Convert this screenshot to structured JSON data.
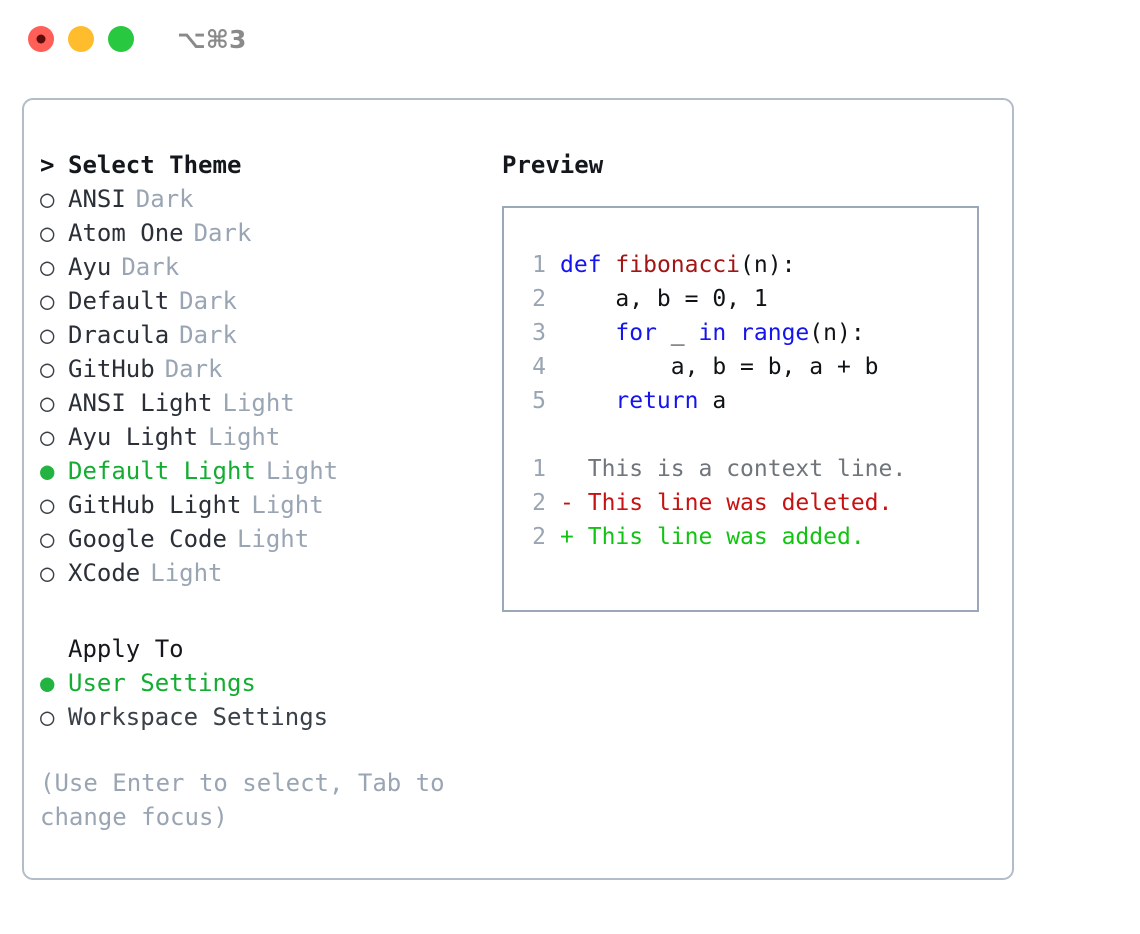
{
  "titlebar": {
    "shortcut": "⌥⌘3",
    "lights": [
      {
        "name": "close",
        "color": "#ff5f57"
      },
      {
        "name": "minimize",
        "color": "#ffbd2e"
      },
      {
        "name": "zoom",
        "color": "#28c840"
      }
    ]
  },
  "theme_picker": {
    "heading_marker": ">",
    "heading": "Select Theme",
    "radio_off": "○",
    "radio_on": "●",
    "items": [
      {
        "name": "ANSI",
        "suffix": "Dark",
        "selected": false
      },
      {
        "name": "Atom One",
        "suffix": "Dark",
        "selected": false
      },
      {
        "name": "Ayu",
        "suffix": "Dark",
        "selected": false
      },
      {
        "name": "Default",
        "suffix": "Dark",
        "selected": false
      },
      {
        "name": "Dracula",
        "suffix": "Dark",
        "selected": false
      },
      {
        "name": "GitHub",
        "suffix": "Dark",
        "selected": false
      },
      {
        "name": "ANSI Light",
        "suffix": "Light",
        "selected": false
      },
      {
        "name": "Ayu Light",
        "suffix": "Light",
        "selected": false
      },
      {
        "name": "Default Light",
        "suffix": "Light",
        "selected": true
      },
      {
        "name": "GitHub Light",
        "suffix": "Light",
        "selected": false
      },
      {
        "name": "Google Code",
        "suffix": "Light",
        "selected": false
      },
      {
        "name": "XCode",
        "suffix": "Light",
        "selected": false
      }
    ]
  },
  "apply_to": {
    "heading": "Apply To",
    "items": [
      {
        "name": "User Settings",
        "selected": true
      },
      {
        "name": "Workspace Settings",
        "selected": false
      }
    ]
  },
  "hint": "(Use Enter to select, Tab to change focus)",
  "preview": {
    "title": "Preview",
    "code_lines": [
      {
        "n": "1",
        "tokens": [
          {
            "t": "def",
            "c": "kw"
          },
          {
            "t": " ",
            "c": "plain"
          },
          {
            "t": "fibonacci",
            "c": "fn"
          },
          {
            "t": "(n):",
            "c": "plain"
          }
        ]
      },
      {
        "n": "2",
        "tokens": [
          {
            "t": "    a, b = 0, 1",
            "c": "plain"
          }
        ]
      },
      {
        "n": "3",
        "tokens": [
          {
            "t": "    ",
            "c": "plain"
          },
          {
            "t": "for",
            "c": "kw"
          },
          {
            "t": " _ ",
            "c": "plain"
          },
          {
            "t": "in",
            "c": "kw"
          },
          {
            "t": " ",
            "c": "plain"
          },
          {
            "t": "range",
            "c": "kw"
          },
          {
            "t": "(n):",
            "c": "plain"
          }
        ]
      },
      {
        "n": "4",
        "tokens": [
          {
            "t": "        a, b = b, a + b",
            "c": "plain"
          }
        ]
      },
      {
        "n": "5",
        "tokens": [
          {
            "t": "    ",
            "c": "plain"
          },
          {
            "t": "return",
            "c": "kw"
          },
          {
            "t": " a",
            "c": "plain"
          }
        ]
      }
    ],
    "diff_lines": [
      {
        "n": "1",
        "sign": " ",
        "text": "This is a context line.",
        "kind": "context"
      },
      {
        "n": "2",
        "sign": "-",
        "text": "This line was deleted.",
        "kind": "deleted"
      },
      {
        "n": "2",
        "sign": "+",
        "text": "This line was added.",
        "kind": "added"
      }
    ]
  },
  "colors": {
    "accent_green": "#14ad32",
    "muted": "#9aa5b4",
    "keyword": "#1414ef",
    "function": "#a31515",
    "diff_deleted": "#c81111",
    "diff_added": "#12c412",
    "border": "#b3bdc9",
    "preview_border": "#9aa8b8"
  }
}
